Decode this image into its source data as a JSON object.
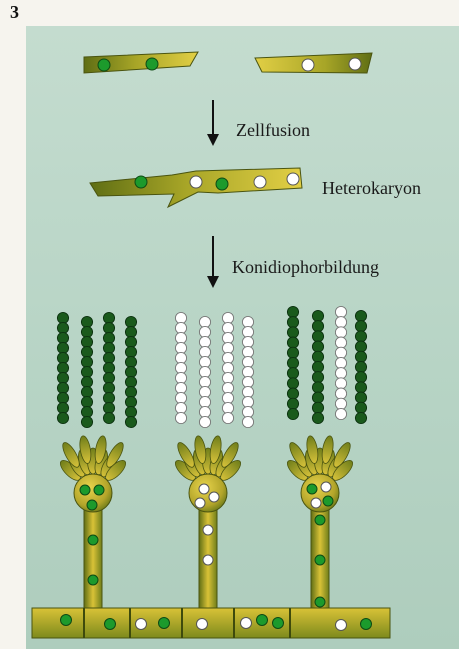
{
  "figure_number": "3",
  "labels": {
    "step1": "Zellfusion",
    "step2": "Heterokaryon",
    "step3": "Konidiophorbildung"
  },
  "colors": {
    "panel_bg": "#b7d4c5",
    "hypha_dark": "#6f7e1a",
    "hypha_light": "#d9c237",
    "nucleus_green": "#1c9a2c",
    "nucleus_white": "#ffffff",
    "spore_dark": "#1a5a1c"
  },
  "conidiophores": [
    {
      "type": "homokaryon-green"
    },
    {
      "type": "homokaryon-white"
    },
    {
      "type": "heterokaryon-mixed"
    }
  ]
}
